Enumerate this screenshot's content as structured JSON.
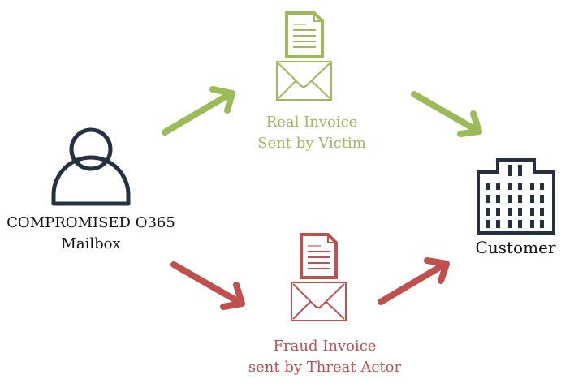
{
  "colors": {
    "green": "#9bbb59",
    "red": "#c0504d",
    "navy": "#243142",
    "black": "#111111"
  },
  "nodes": {
    "mailbox": {
      "line1": "COMPROMISED O365",
      "line2": "Mailbox",
      "icon": "user-icon"
    },
    "real_invoice": {
      "line1": "Real Invoice",
      "line2": "Sent by Victim",
      "icon": "document-envelope-icon"
    },
    "fraud_invoice": {
      "line1": "Fraud Invoice",
      "line2": "sent by Threat Actor",
      "icon": "document-envelope-icon"
    },
    "customer": {
      "label": "Customer",
      "icon": "building-icon"
    }
  },
  "edges": [
    {
      "from": "mailbox",
      "to": "real_invoice",
      "color": "green"
    },
    {
      "from": "real_invoice",
      "to": "customer",
      "color": "green"
    },
    {
      "from": "mailbox",
      "to": "fraud_invoice",
      "color": "red"
    },
    {
      "from": "fraud_invoice",
      "to": "customer",
      "color": "red"
    }
  ]
}
